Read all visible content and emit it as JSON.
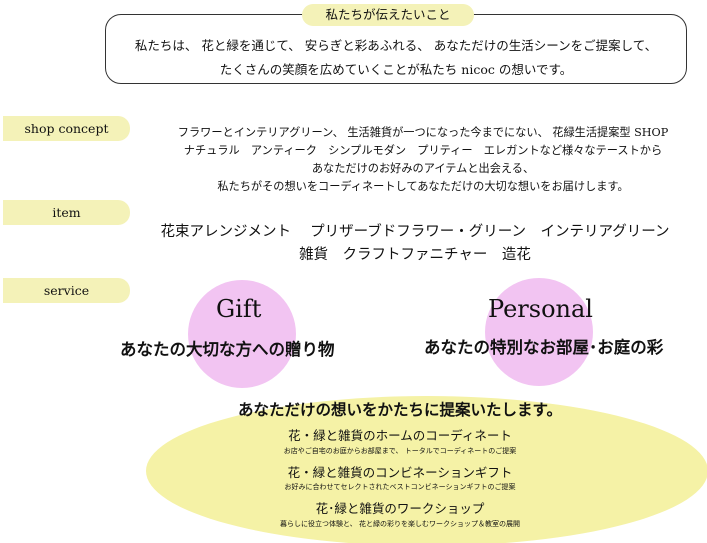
{
  "message": {
    "tab_label": "私たちが伝えたいこと",
    "line1": "私たちは、 花と緑を通じて、 安らぎと彩あふれる、 あなただけの生活シーンをご提案して、",
    "line2": "たくさんの笑顔を広めていくことが私たち nicoc の想いです。"
  },
  "shop_concept": {
    "label": "shop concept",
    "lines": [
      "フラワーとインテリアグリーン、 生活雑貨が一つになった今までにない、 花緑生活提案型 SHOP",
      "ナチュラル　アンティーク　シンプルモダン　プリティー　エレガントなど様々なテーストから",
      "あなただけのお好みのアイテムと出会える、",
      "私たちがその想いをコーディネートしてあなただけの大切な想いをお届けします。"
    ]
  },
  "item": {
    "label": "item",
    "lines": [
      "花束アレンジメント　 プリザーブドフラワー・グリーン　インテリアグリーン",
      "雑貨　クラフトファニチャー　造花"
    ]
  },
  "service": {
    "label": "service",
    "gift": {
      "title": "Gift",
      "subtitle": "あなたの大切な方への贈り物"
    },
    "personal": {
      "title": "Personal",
      "subtitle": "あなたの特別なお部屋･お庭の彩"
    },
    "proposal_heading": "あなただけの想いをかたちに提案いたします。",
    "offerings": [
      {
        "title": "花・緑と雑貨のホームのコーディネート",
        "desc": "お店やご自宅のお庭からお部屋まで、 トータルでコーディネートのご提案"
      },
      {
        "title": "花・緑と雑貨のコンビネーションギフト",
        "desc": "お好みに合わせてセレクトされたベストコンビネーションギフトのご提案"
      },
      {
        "title": "花･緑と雑貨のワークショップ",
        "desc": "暮らしに役立つ体験と、 花と緑の彩りを楽しむワークショップ＆教室の展開"
      }
    ]
  },
  "colors": {
    "label_fill": "#f4f2b8",
    "circle_fill": "#f2c4f2",
    "ellipse_fill": "#f5f2a6"
  }
}
